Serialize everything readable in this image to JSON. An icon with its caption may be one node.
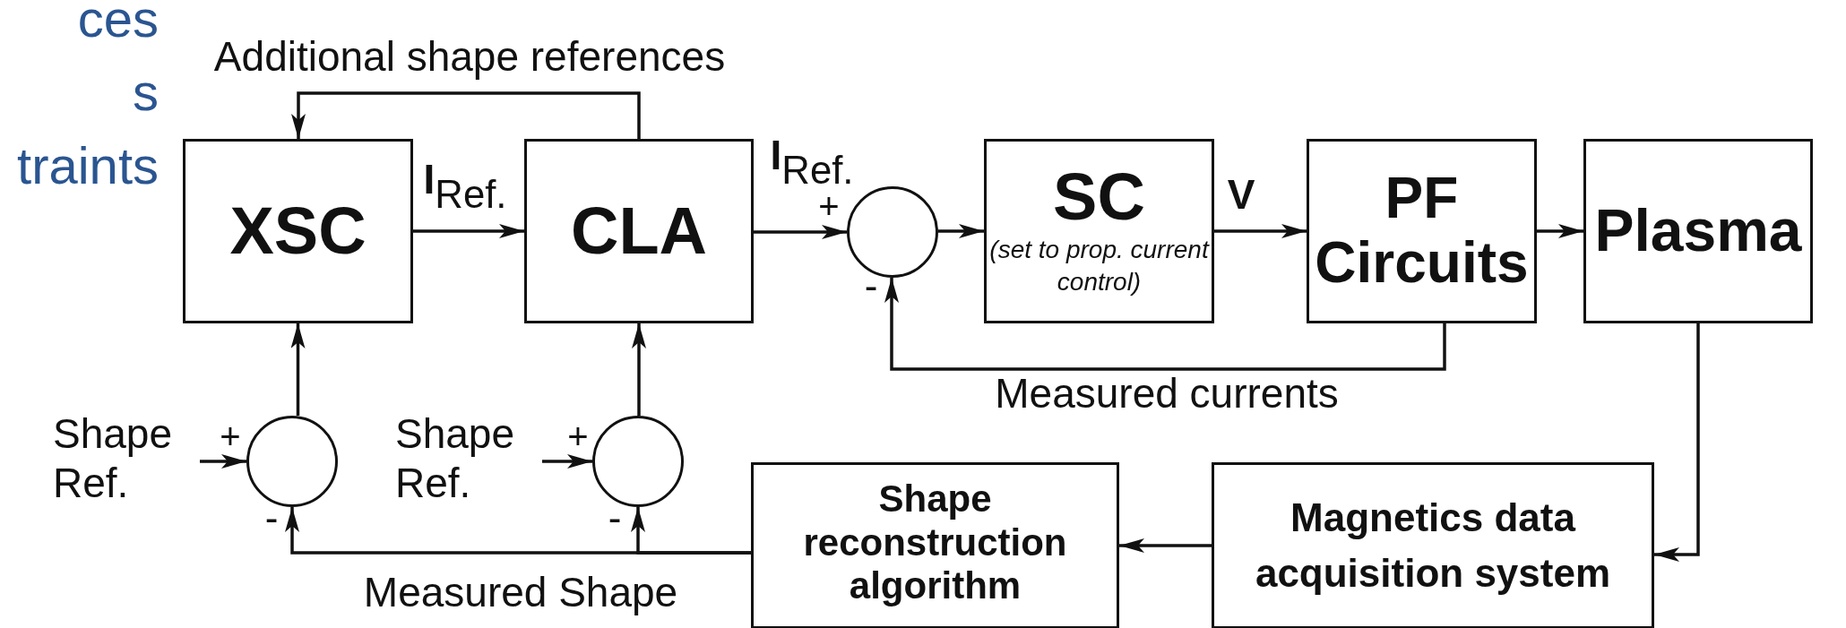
{
  "diagram": {
    "nodes": [
      {
        "text": [
          "XSC"
        ]
      },
      {
        "text": [
          "CLA"
        ]
      },
      {
        "text": [],
        "shape": "circle"
      },
      {
        "text": [
          "SC",
          "(set to prop. current control)"
        ]
      },
      {
        "text": [
          "PF Circuits"
        ]
      },
      {
        "text": [
          "Plasma"
        ]
      },
      {
        "text": [
          "Shape Ref."
        ]
      },
      {
        "text": [],
        "shape": "circle"
      },
      {
        "text": [
          "Shape Ref."
        ]
      },
      {
        "text": [],
        "shape": "circle"
      },
      {
        "text": [
          "Shape reconstruction algorithm"
        ]
      },
      {
        "text": [
          "Magnetics data acquisition system"
        ]
      }
    ],
    "edges": [
      {
        "from": 0,
        "to": 1,
        "arrow": "to",
        "label": "**I**$_{Ref.}$"
      },
      {
        "from": 1,
        "to": 0,
        "arrow": "to",
        "label": "Additional shape references"
      },
      {
        "from": 1,
        "to": 2,
        "arrow": "to",
        "label": "**I**$_{Ref.}$"
      },
      {
        "from": 2,
        "to": 3,
        "arrow": "to"
      },
      {
        "from": 3,
        "to": 4,
        "arrow": "to",
        "label": "V"
      },
      {
        "from": 4,
        "to": 5,
        "arrow": "to"
      },
      {
        "from": 4,
        "to": 2,
        "arrow": "to",
        "label": "Measured currents"
      },
      {
        "from": 5,
        "to": 11,
        "arrow": "to"
      },
      {
        "from": 11,
        "to": 10,
        "arrow": "to"
      },
      {
        "from": 10,
        "to": 7,
        "arrow": "to",
        "label": "Measured Shape"
      },
      {
        "from": 10,
        "to": 9,
        "arrow": "to"
      },
      {
        "from": 6,
        "to": 7,
        "arrow": "to"
      },
      {
        "from": 7,
        "to": 0,
        "arrow": "to"
      },
      {
        "from": 8,
        "to": 9,
        "arrow": "to"
      },
      {
        "from": 9,
        "to": 1,
        "arrow": "to"
      }
    ],
    "labels": [
      "ces",
      "s",
      "traints",
      "+",
      "-",
      "+",
      "+",
      "-",
      "-"
    ]
  }
}
